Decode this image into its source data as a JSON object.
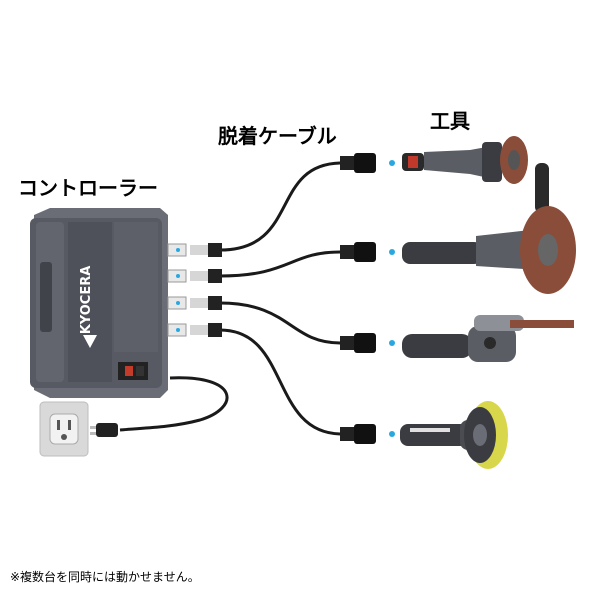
{
  "labels": {
    "controller": "コントローラー",
    "cable": "脱着ケーブル",
    "tools": "工具",
    "note": "※複数台を同時には動かせません。"
  },
  "brand": {
    "logo_text": "KYOCERA"
  },
  "colors": {
    "cable": "#1a1a1a",
    "connector_dot": "#29a8e0",
    "controller_body": "#5b5e66",
    "tool_body": "#5a5d63",
    "disc": "#8a4d3a",
    "pad": "#d8d64a"
  },
  "items": {
    "controller": "controller-box",
    "tools": [
      "angle-grinder-small",
      "angle-grinder-large",
      "belt-sander",
      "random-orbit-sander"
    ],
    "outlet": "wall-outlet"
  }
}
